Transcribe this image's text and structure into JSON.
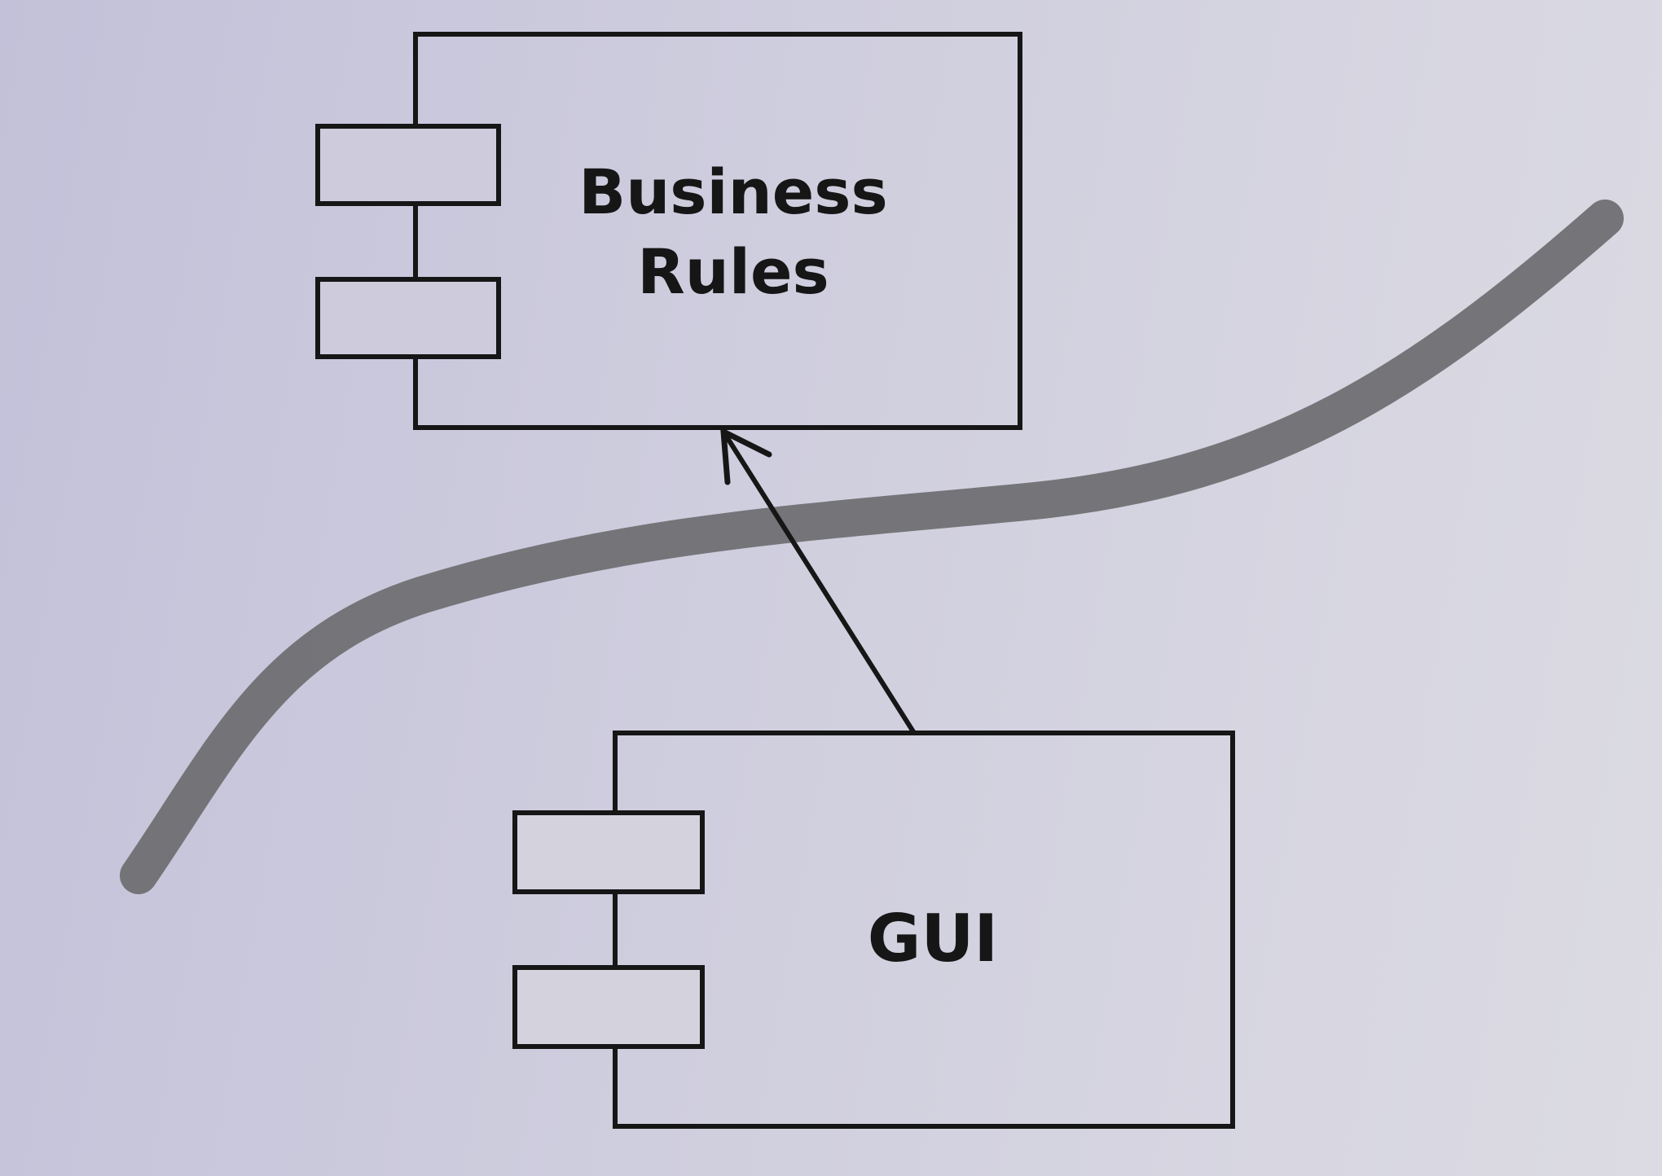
{
  "components": {
    "business_rules": {
      "lines": [
        "Business",
        "Rules"
      ]
    },
    "gui": {
      "lines": [
        "GUI"
      ]
    }
  },
  "relationships": [
    {
      "from": "gui",
      "to": "business_rules",
      "type": "dependency-arrow"
    }
  ],
  "boundary": {
    "kind": "architectural-boundary-curve"
  },
  "colors": {
    "ink": "#161616",
    "boundary": "#6c6c70",
    "paper": "#d2d1df"
  }
}
